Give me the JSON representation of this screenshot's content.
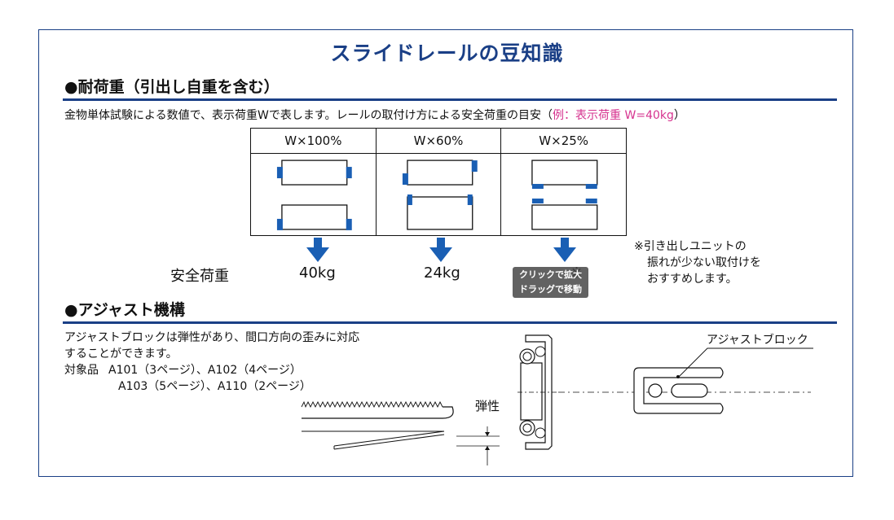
{
  "title": "スライドレールの豆知識",
  "section1": {
    "heading": "●耐荷重（引出し自重を含む）",
    "desc_main": "金物単体試験による数値で、表示荷重Wで表します。レールの取付け方による安全荷重の目安（",
    "desc_example": "例：表示荷重 W=40kg",
    "desc_end": "）",
    "columns": [
      {
        "header": "W×100%",
        "value": "40kg"
      },
      {
        "header": "W×60%",
        "value": "24kg"
      },
      {
        "header": "W×25%",
        "value": "※"
      }
    ],
    "row_label": "安全荷重",
    "note_lines": [
      "※引き出しユニットの",
      "振れが少ない取付けを",
      "おすすめします。"
    ]
  },
  "tooltip": {
    "line1": "クリックで拡大",
    "line2": "ドラッグで移動"
  },
  "section2": {
    "heading": "●アジャスト機構",
    "desc_lines": [
      "アジャストブロックは弾性があり、間口方向の歪みに対応",
      "することができます。"
    ],
    "targets_label": "対象品",
    "targets_lines": [
      "A101（3ページ）、A102（4ページ）",
      "A103（5ページ）、A110（2ページ）"
    ],
    "elasticity_label": "弾性",
    "block_label": "アジャストブロック"
  },
  "colors": {
    "brand_blue": "#1a3f86",
    "example_pink": "#d6338f"
  }
}
